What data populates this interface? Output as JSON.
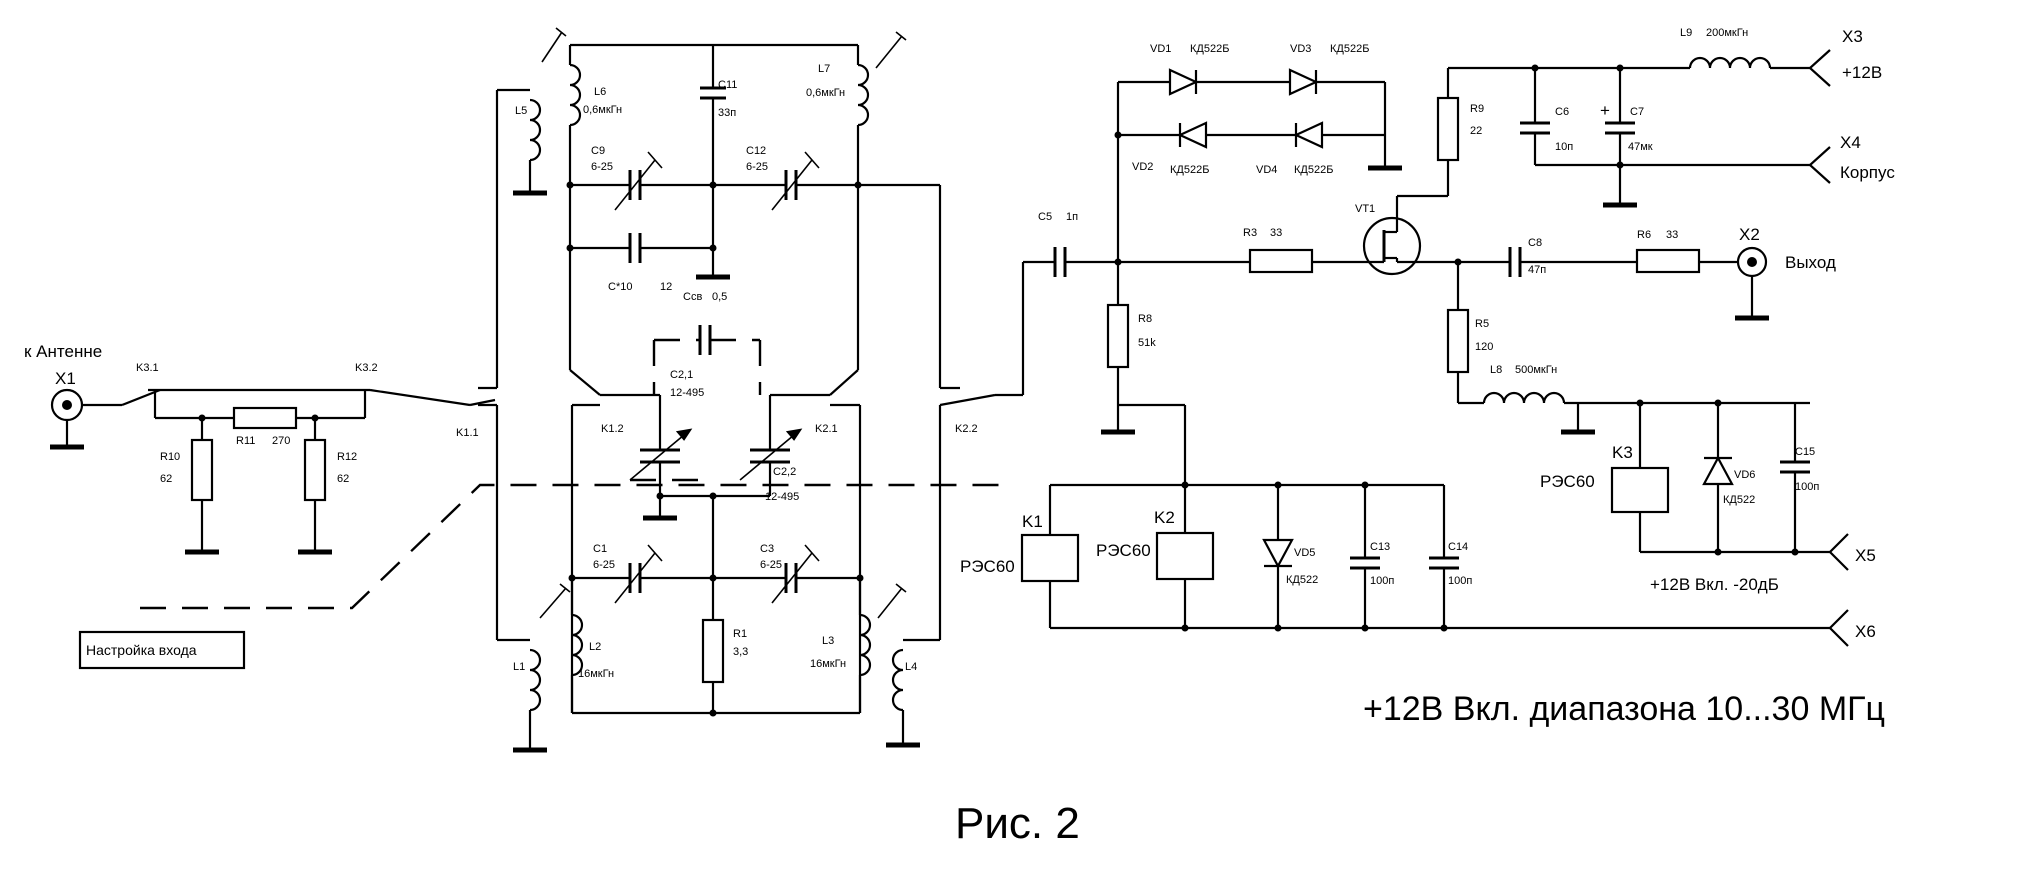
{
  "labels": {
    "antenna": "к Антенне",
    "x1": "X1",
    "x2": "X2",
    "x3": "X3",
    "x4": "X4",
    "x5": "X5",
    "x6": "X6",
    "k31": "K3.1",
    "k32": "K3.2",
    "k11": "K1.1",
    "k12": "K1.2",
    "k21": "K2.1",
    "k22": "K2.2",
    "r10": "R10",
    "r10v": "62",
    "r11": "R11",
    "r11v": "270",
    "r12": "R12",
    "r12v": "62",
    "l1": "L1",
    "l2": "L2",
    "l2v": "16мкГн",
    "l3": "L3",
    "l3v": "16мкГн",
    "l4": "L4",
    "l5": "L5",
    "l6": "L6",
    "l6v": "0,6мкГн",
    "l7": "L7",
    "l7v": "0,6мкГн",
    "l8": "L8",
    "l8v": "500мкГн",
    "l9": "L9",
    "l9v": "200мкГн",
    "c1": "C1",
    "c1v": "6-25",
    "c3": "C3",
    "c3v": "6-25",
    "c9": "C9",
    "c9v": "6-25",
    "c12": "C12",
    "c12v": "6-25",
    "c11": "C11",
    "c11v": "33п",
    "c10": "С*10",
    "c10v": "12",
    "ccb": "Ссв",
    "ccbv": "0,5",
    "c21": "C2,1",
    "c21v": "12-495",
    "c22": "C2,2",
    "c22v": "12-495",
    "r1": "R1",
    "r1v": "3,3",
    "c5": "C5",
    "c5v": "1п",
    "vd1": "VD1",
    "vd1v": "КД522Б",
    "vd2": "VD2",
    "vd2v": "КД522Б",
    "vd3": "VD3",
    "vd3v": "КД522Б",
    "vd4": "VD4",
    "vd4v": "КД522Б",
    "r3": "R3",
    "r3v": "33",
    "r8": "R8",
    "r8v": "51k",
    "vt1": "VT1",
    "r9": "R9",
    "r9v": "22",
    "c6": "C6",
    "c6v": "10п",
    "c7": "C7",
    "c7v": "47мк",
    "c8": "C8",
    "c8v": "47п",
    "r6": "R6",
    "r6v": "33",
    "r5": "R5",
    "r5v": "120",
    "k1": "K1",
    "k2": "K2",
    "k3": "K3",
    "res60": "РЭС60",
    "vd5": "VD5",
    "vd5v": "КД522",
    "vd6": "VD6",
    "vd6v": "КД522",
    "c13": "C13",
    "c13v": "100п",
    "c14": "C14",
    "c14v": "100п",
    "c15": "C15",
    "c15v": "100п",
    "plus12": "+12В",
    "korpus": "Корпус",
    "vyhod": "Выход",
    "x5note": "+12В Вкл. -20дБ",
    "tune": "Настройка входа",
    "bandnote": "+12В  Вкл. диапазона 10...30 МГц",
    "fig": "Рис. 2"
  }
}
